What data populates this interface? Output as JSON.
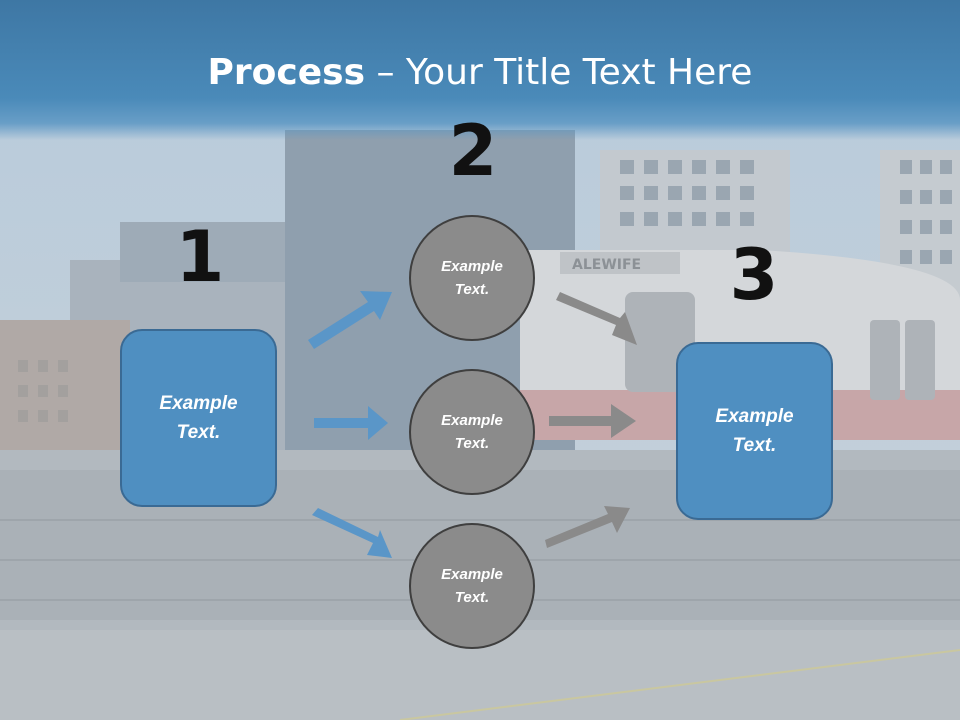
{
  "title": {
    "bold": "Process",
    "rest": " – Your Title Text Here"
  },
  "steps": {
    "step1": {
      "number": "1",
      "text": "Example\nText."
    },
    "step2": {
      "number": "2",
      "items": [
        "Example\nText.",
        "Example\nText.",
        "Example\nText."
      ]
    },
    "step3": {
      "number": "3",
      "text": "Example\nText."
    }
  },
  "background_sign": "ALEWIFE",
  "colors": {
    "box": "#4f8fc1",
    "circle": "#8b8b8b",
    "blue_arrow": "#5a96c8",
    "grey_arrow": "#8a8a8a",
    "title_band": "#4a8ab9"
  }
}
